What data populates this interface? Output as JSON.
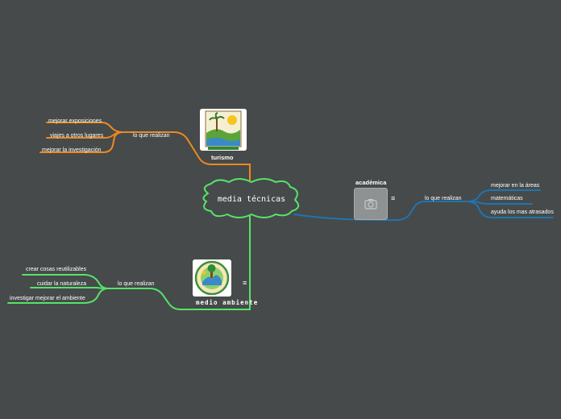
{
  "central": {
    "label": "media técnicas"
  },
  "turismo": {
    "title": "turismo",
    "connector": "lo que realizan",
    "items": [
      "mejorar exposiciones",
      "viajes a otros lugares",
      "mejorar la investigación"
    ],
    "color": "#f0891e"
  },
  "academica": {
    "title": "académica",
    "connector": "lo que realizan",
    "items": [
      "mejorar en la áreas",
      "matemáticas",
      "ayuda los mas atrasados"
    ],
    "color": "#1f74b3"
  },
  "medio": {
    "title": "medio ambiente",
    "connector": "lo que realizan",
    "items": [
      "crear cosas reutilizables",
      "cuidar la naturaleza",
      "investigar mejorar el ambiente"
    ],
    "color": "#56e36a"
  },
  "icons": {
    "menu": "≡",
    "camera": "camera-icon"
  },
  "colors": {
    "background": "#464a4a",
    "central_cloud": "#56e36a"
  }
}
